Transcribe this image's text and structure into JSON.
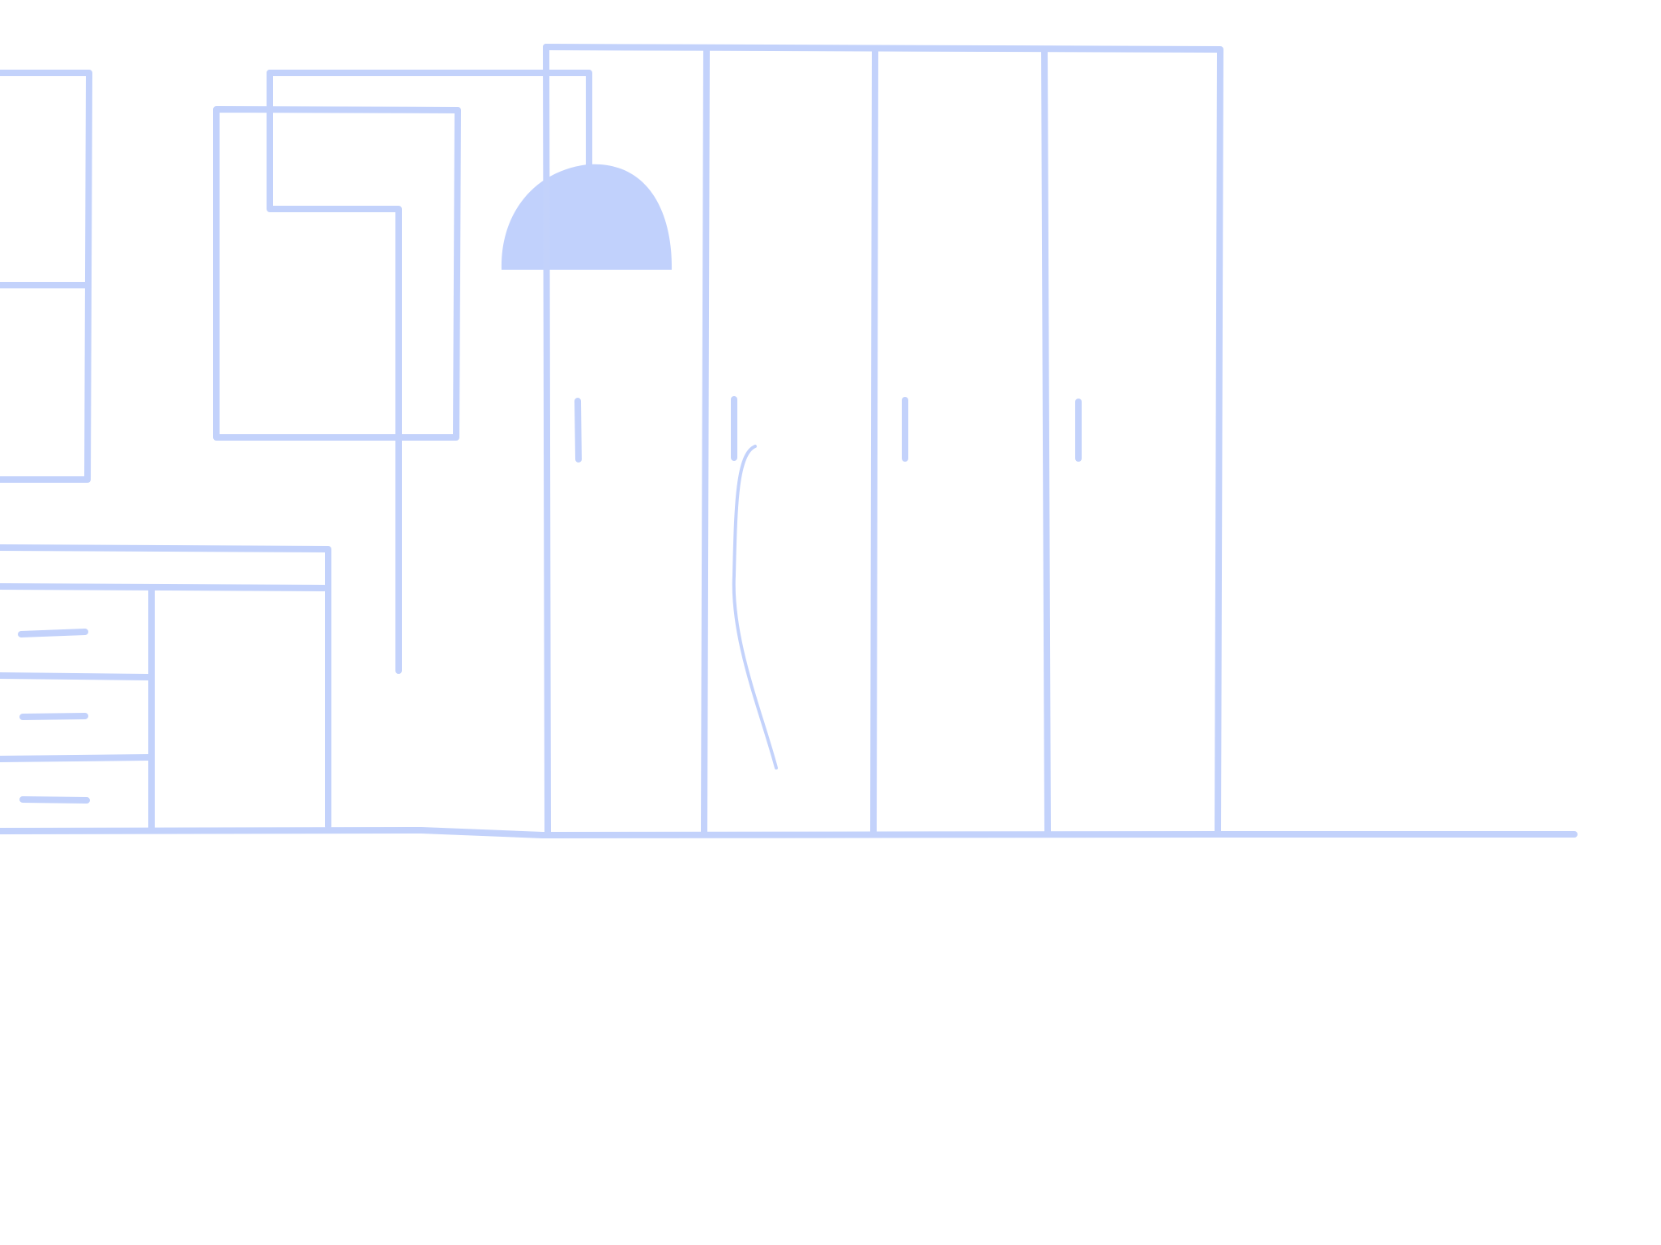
{
  "illustration": {
    "style": "hand-drawn line art",
    "stroke_color": "#c3d2fb",
    "fill_color": "#c1d1fc",
    "background": "#ffffff",
    "objects": [
      "wall-cabinet",
      "framed-pictures",
      "drawer-desk",
      "pendant-lamp",
      "wardrobe-four-doors",
      "floor-line"
    ]
  }
}
